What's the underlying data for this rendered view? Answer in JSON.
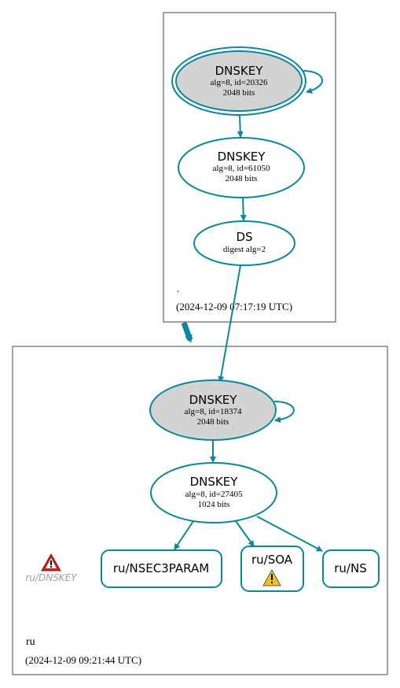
{
  "colors": {
    "edge": "#0a879a",
    "zone_border": "#444444",
    "ksk_fill": "#d3d3d3",
    "warning_red": "#cc2222",
    "warning_yellow": "#f0c419",
    "muted_label": "#a0a0a0"
  },
  "root_zone": {
    "name": ".",
    "timestamp": "(2024-12-09 07:17:19 UTC)",
    "ksk": {
      "type": "DNSKEY",
      "detail": "alg=8, id=20326",
      "size": "2048 bits"
    },
    "zsk": {
      "type": "DNSKEY",
      "detail": "alg=8, id=61050",
      "size": "2048 bits"
    },
    "ds": {
      "type": "DS",
      "detail": "digest alg=2"
    }
  },
  "ru_zone": {
    "name": "ru",
    "timestamp": "(2024-12-09 09:21:44 UTC)",
    "ksk": {
      "type": "DNSKEY",
      "detail": "alg=8, id=18374",
      "size": "2048 bits"
    },
    "zsk": {
      "type": "DNSKEY",
      "detail": "alg=8, id=27405",
      "size": "1024 bits"
    },
    "records": {
      "nsec3param": "ru/NSEC3PARAM",
      "soa": "ru/SOA",
      "ns": "ru/NS"
    },
    "error_label": "ru/DNSKEY"
  },
  "icons": {
    "error": "error-warning-triangle-icon",
    "soa_warning": "warning-triangle-icon"
  }
}
